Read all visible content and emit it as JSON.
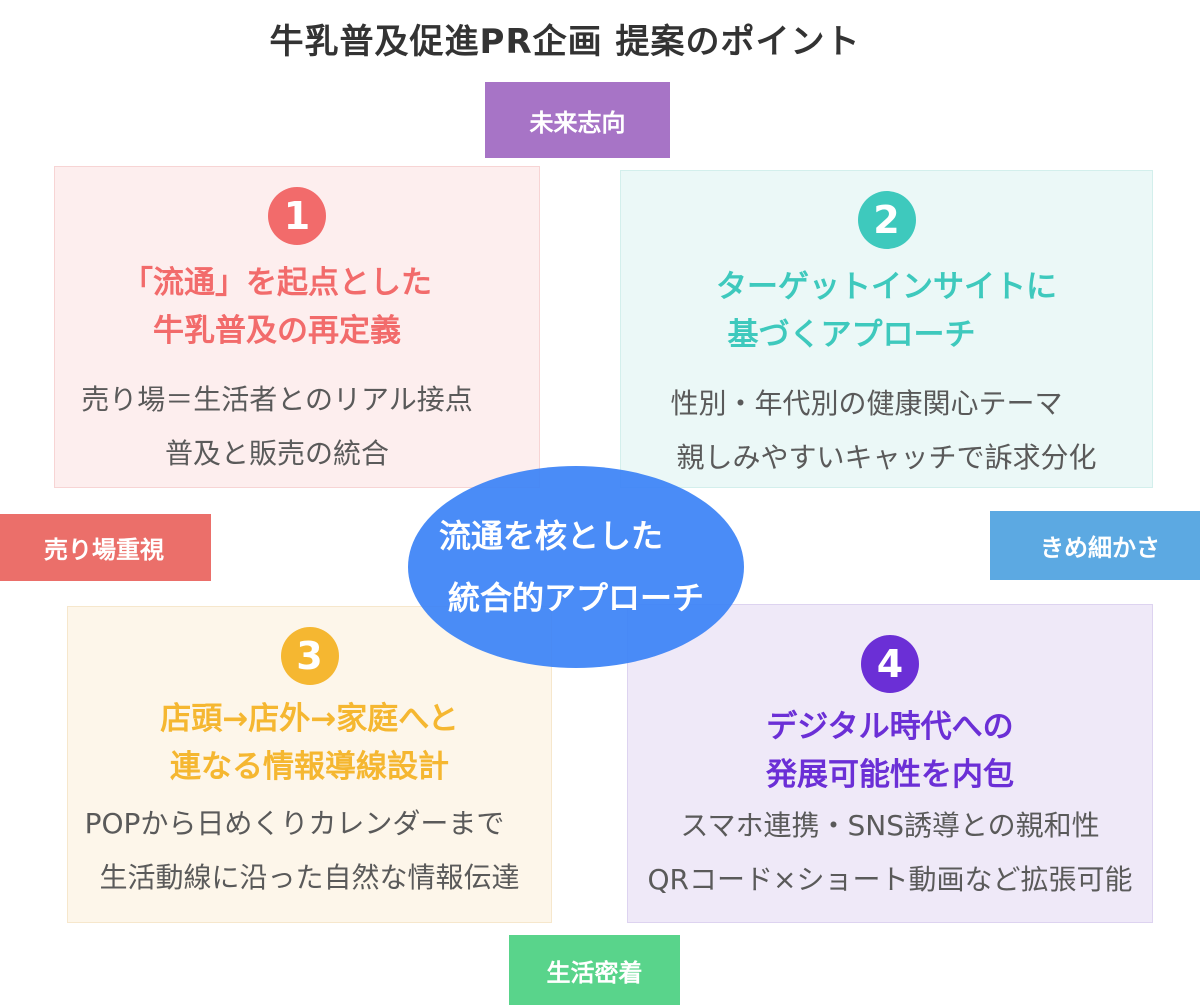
{
  "title": "牛乳普及促進PR企画 提案のポイント",
  "tags": {
    "top": "未来志向",
    "left": "売り場重視",
    "right": "きめ細かさ",
    "bottom": "生活密着"
  },
  "center": {
    "line1": "流通を核とした",
    "line2": "統合的アプローチ"
  },
  "panels": [
    {
      "number": "1",
      "heading_line1": "「流通」を起点とした",
      "heading_line2": "牛乳普及の再定義",
      "desc_line1": "売り場＝生活者とのリアル接点",
      "desc_line2": "普及と販売の統合"
    },
    {
      "number": "2",
      "heading_line1": "ターゲットインサイトに",
      "heading_line2": "基づくアプローチ",
      "desc_line1": "性別・年代別の健康関心テーマ",
      "desc_line2": "親しみやすいキャッチで訴求分化"
    },
    {
      "number": "3",
      "heading_line1": "店頭→店外→家庭へと",
      "heading_line2": "連なる情報導線設計",
      "desc_line1": "POPから日めくりカレンダーまで",
      "desc_line2": "生活動線に沿った自然な情報伝達"
    },
    {
      "number": "4",
      "heading_line1": "デジタル時代への",
      "heading_line2": "発展可能性を内包",
      "desc_line1": "スマホ連携・SNS誘導との親和性",
      "desc_line2": "QRコード×ショート動画など拡張可能"
    }
  ],
  "colors": {
    "red": "#f26b6b",
    "teal": "#3ec9bd",
    "yellow": "#f5b731",
    "purple": "#6b2fd6",
    "blue": "#3b82f6",
    "tag_purple": "#a774c6",
    "tag_red": "#eb6f6a",
    "tag_blue": "#5ca9e2",
    "tag_green": "#59d48b"
  }
}
